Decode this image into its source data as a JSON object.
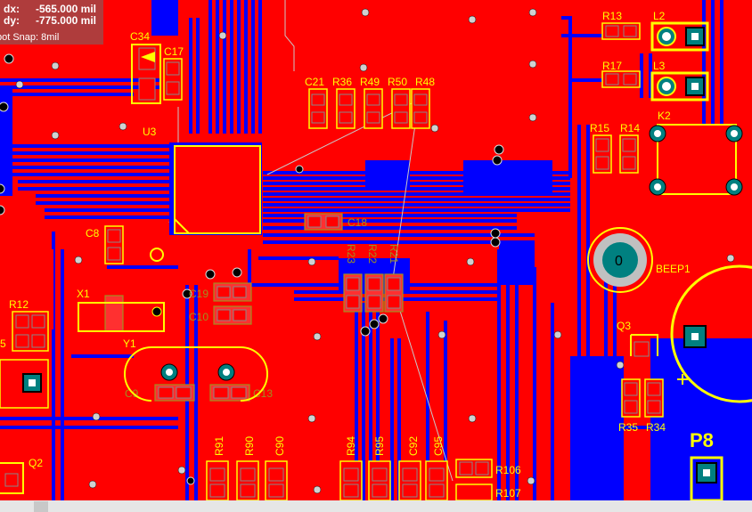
{
  "hud": {
    "dx_label": "dx:",
    "dx_value": "-565.000 mil",
    "dy_label": "dy:",
    "dy_value": "-775.000 mil",
    "snap": "pot Snap: 8mil"
  },
  "components": {
    "c34": "C34",
    "c17": "C17",
    "u3": "U3",
    "c21": "C21",
    "r36": "R36",
    "r49": "R49",
    "r50": "R50",
    "r48": "R48",
    "r13": "R13",
    "l2": "L2",
    "r17": "R17",
    "l3": "L3",
    "r15": "R15",
    "r14": "R14",
    "k2": "K2",
    "c8": "C8",
    "beep1": "BEEP1",
    "beep_pin": "0",
    "r12": "R12",
    "x1": "X1",
    "y1": "Y1",
    "r5": "5",
    "q3": "Q3",
    "r35": "R35",
    "r34": "R34",
    "p8": "P8",
    "r91": "R91",
    "r90": "R90",
    "c90": "C90",
    "r94": "R94",
    "r95": "R95",
    "c92": "C92",
    "c95": "C95",
    "r106": "R106",
    "r107": "R107",
    "q2": "Q2"
  },
  "bottom_labels": {
    "c18": "C18",
    "r23": "R23",
    "r22": "R22",
    "r21": "R21",
    "c19": "C19",
    "c10": "C10",
    "c9": "C9",
    "c13": "C13"
  },
  "colors": {
    "top_copper": "#ff0000",
    "bottom_copper": "#0000ff",
    "silkscreen": "#ffff00",
    "bottom_overlay": "#a09020"
  }
}
